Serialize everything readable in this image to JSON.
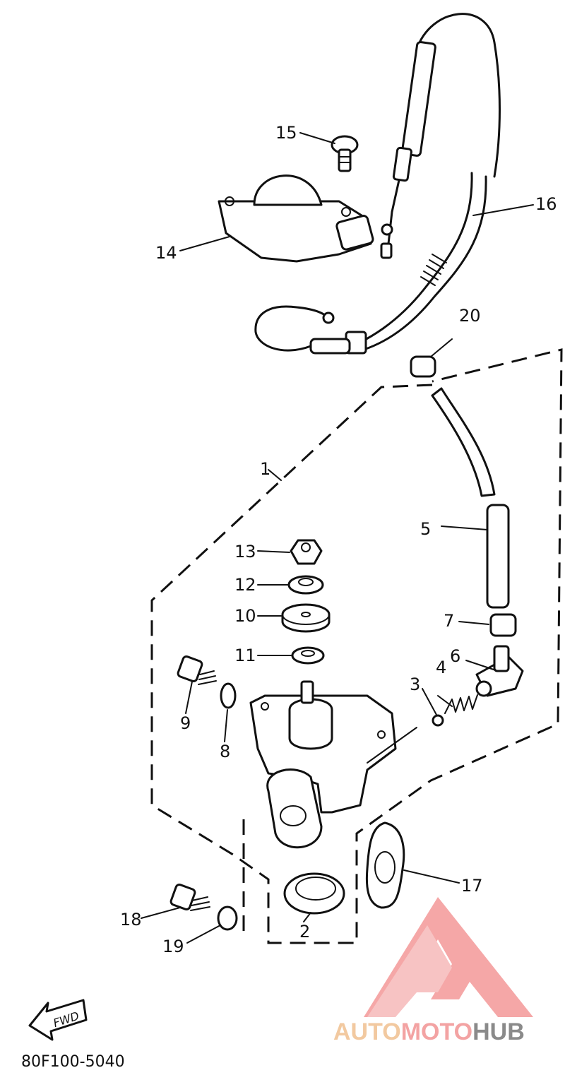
{
  "diagram_code": "80F100-5040",
  "fwd_label": "FWD",
  "watermark": {
    "part1": "AUTO",
    "part2": "MOTO",
    "part3": "HUB"
  },
  "callouts": {
    "n1": "1",
    "n2": "2",
    "n3": "3",
    "n4": "4",
    "n5": "5",
    "n6": "6",
    "n7": "7",
    "n8": "8",
    "n9": "9",
    "n10": "10",
    "n11": "11",
    "n12": "12",
    "n13": "13",
    "n14": "14",
    "n15": "15",
    "n16": "16",
    "n17": "17",
    "n18": "18",
    "n19": "19",
    "n20": "20"
  },
  "colors": {
    "line": "#111111",
    "watermark_red": "#f28a8a",
    "watermark_orange": "#f2c9a0",
    "watermark_gray": "#8a8a8a"
  }
}
